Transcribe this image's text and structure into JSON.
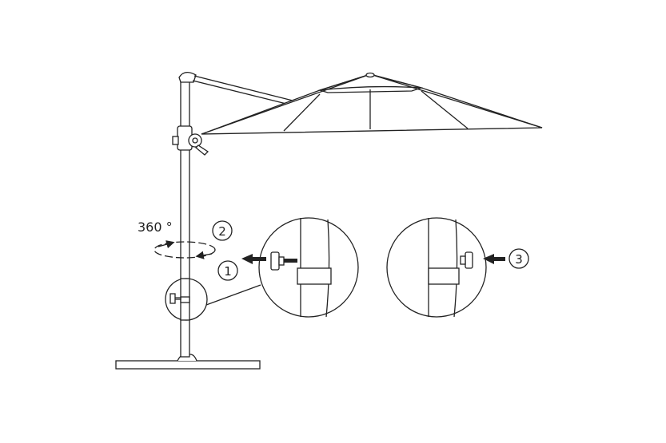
{
  "diagram": {
    "rotation_label": "360 °",
    "steps": [
      "1",
      "2",
      "3"
    ],
    "line_color": "#222222",
    "background": "#ffffff"
  }
}
